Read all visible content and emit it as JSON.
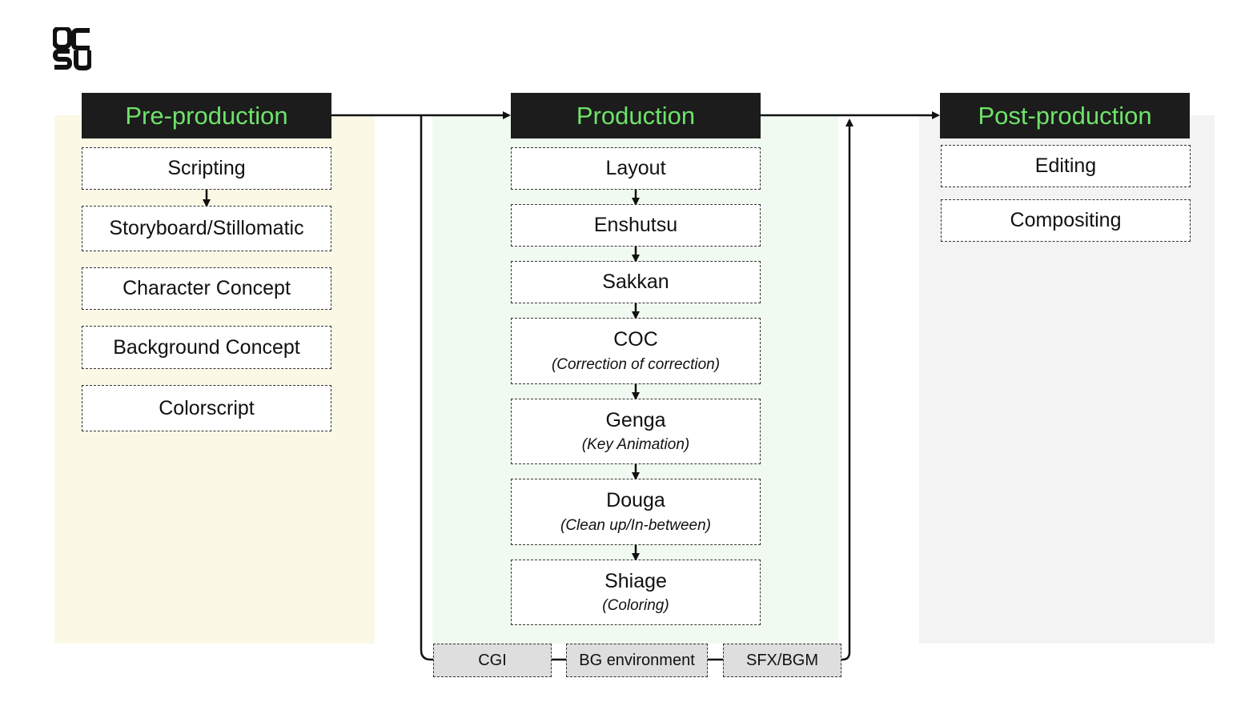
{
  "colors": {
    "header_bg": "#1c1c1c",
    "header_text": "#6ee36a",
    "pre_panel": "#fbf9e6",
    "prod_panel": "#f1faf0",
    "post_panel": "#f3f3f3",
    "tool_bg": "#dedede"
  },
  "logo": {
    "line1": "OC",
    "line2": "SU"
  },
  "pre_production": {
    "title": "Pre-production",
    "steps": [
      {
        "label": "Scripting"
      },
      {
        "label": "Storyboard/Stillomatic"
      },
      {
        "label": "Character Concept"
      },
      {
        "label": "Background Concept"
      },
      {
        "label": "Colorscript"
      }
    ]
  },
  "production": {
    "title": "Production",
    "steps": [
      {
        "label": "Layout",
        "sub": ""
      },
      {
        "label": "Enshutsu",
        "sub": ""
      },
      {
        "label": "Sakkan",
        "sub": ""
      },
      {
        "label": "COC",
        "sub": "(Correction of correction)"
      },
      {
        "label": "Genga",
        "sub": "(Key Animation)"
      },
      {
        "label": "Douga",
        "sub": "(Clean up/In-between)"
      },
      {
        "label": "Shiage",
        "sub": "(Coloring)"
      }
    ],
    "support": [
      {
        "label": "CGI"
      },
      {
        "label": "BG environment"
      },
      {
        "label": "SFX/BGM"
      }
    ]
  },
  "post_production": {
    "title": "Post-production",
    "steps": [
      {
        "label": "Editing"
      },
      {
        "label": "Compositing"
      }
    ]
  }
}
